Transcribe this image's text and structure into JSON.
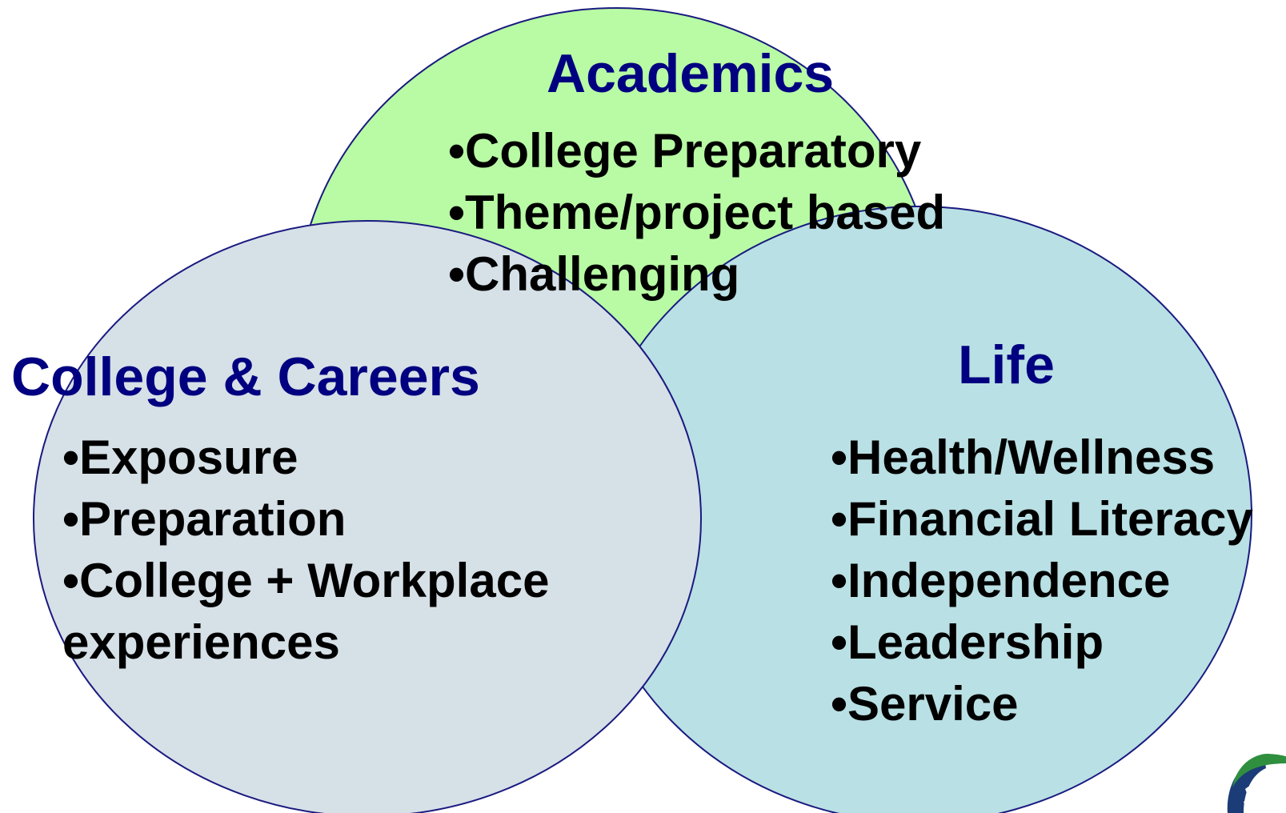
{
  "colors": {
    "heading": "#000080",
    "item_text": "#000000",
    "circle_outline": "#1a1a80",
    "academics_fill": "#b8fba4",
    "life_fill": "#b9e0e4",
    "college_fill": "#d6e0e7"
  },
  "academics": {
    "title": "Academics",
    "items": [
      "•College Preparatory",
      "•Theme/project based",
      "•Challenging"
    ]
  },
  "college_careers": {
    "title": "College & Careers",
    "items": [
      "•Exposure",
      "•Preparation",
      "•College + Workplace",
      "experiences"
    ]
  },
  "life": {
    "title": "Life",
    "items": [
      "•Health/Wellness",
      "•Financial Literacy",
      "•Independence",
      "•Leadership",
      "•Service"
    ]
  },
  "logo": {
    "icon": "school-logo-icon"
  }
}
